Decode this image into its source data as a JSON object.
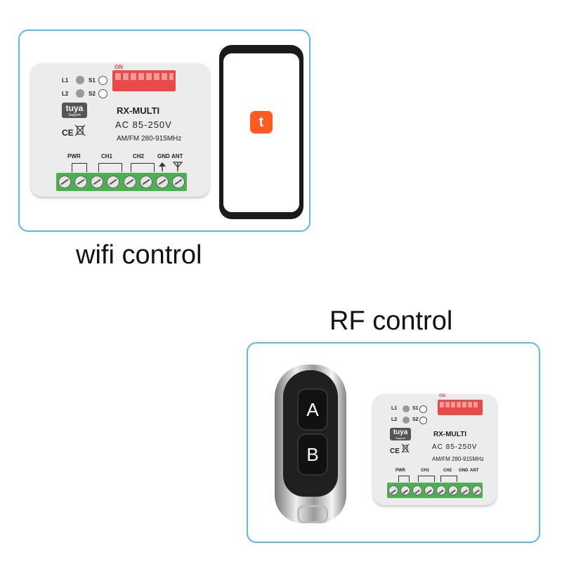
{
  "captions": {
    "wifi": "wifi control",
    "rf": "RF control"
  },
  "module": {
    "led1": "L1",
    "led2": "L2",
    "s1": "S1",
    "s2": "S2",
    "dip_label": "ON",
    "brand": "tuya",
    "brand_sub": "Support",
    "model": "RX-MULTI",
    "voltage": "AC 85-250V",
    "frequency": "AM/FM 280-915MHz",
    "cert": "CE",
    "terminals": [
      "PWR",
      "CH1",
      "CH2",
      "GND",
      "ANT"
    ]
  },
  "remote": {
    "button_a": "A",
    "button_b": "B"
  },
  "colors": {
    "frame": "#5fb7e3",
    "dip": "#e84a4a",
    "terminal": "#4caf50",
    "tuya_app": "#ff5a1f"
  },
  "icons": [
    "tuya-app-icon",
    "weee-bin-icon",
    "antenna-icon",
    "ground-arrow-icon"
  ]
}
